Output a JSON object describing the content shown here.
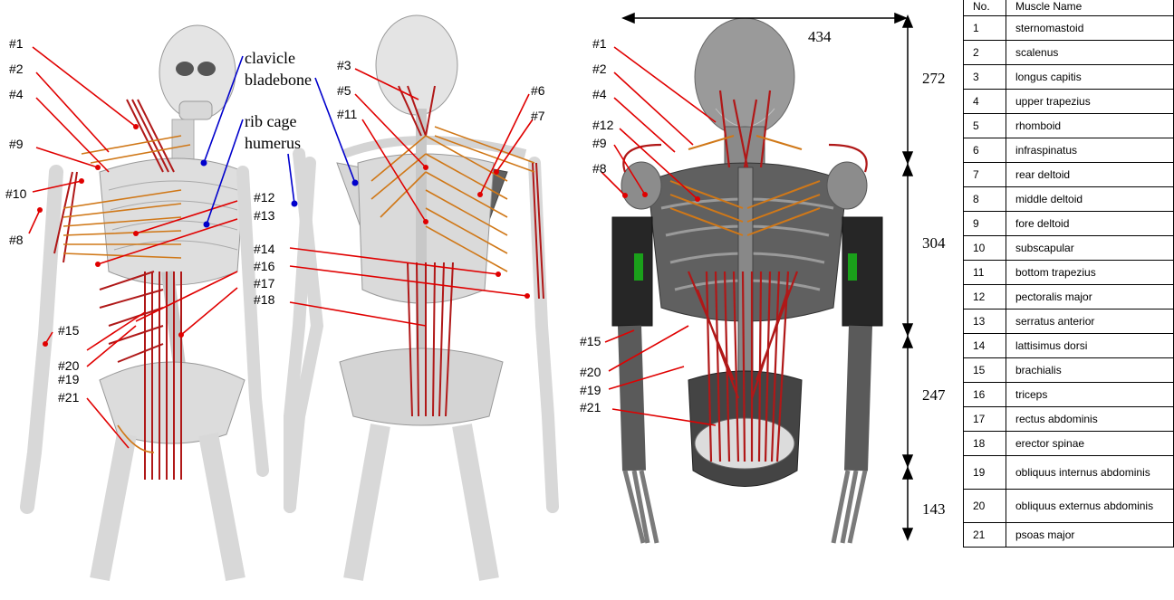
{
  "table": {
    "header_no": "No.",
    "header_name": "Muscle Name",
    "rows": [
      {
        "no": "1",
        "name": "sternomastoid"
      },
      {
        "no": "2",
        "name": "scalenus"
      },
      {
        "no": "3",
        "name": "longus capitis"
      },
      {
        "no": "4",
        "name": "upper trapezius"
      },
      {
        "no": "5",
        "name": "rhomboid"
      },
      {
        "no": "6",
        "name": "infraspinatus"
      },
      {
        "no": "7",
        "name": "rear deltoid"
      },
      {
        "no": "8",
        "name": "middle deltoid"
      },
      {
        "no": "9",
        "name": "fore deltoid"
      },
      {
        "no": "10",
        "name": "subscapular"
      },
      {
        "no": "11",
        "name": "bottom trapezius"
      },
      {
        "no": "12",
        "name": "pectoralis major"
      },
      {
        "no": "13",
        "name": "serratus anterior"
      },
      {
        "no": "14",
        "name": "lattisimus dorsi"
      },
      {
        "no": "15",
        "name": "brachialis"
      },
      {
        "no": "16",
        "name": "triceps"
      },
      {
        "no": "17",
        "name": "rectus abdominis"
      },
      {
        "no": "18",
        "name": "erector spinae"
      },
      {
        "no": "19",
        "name": "obliquus internus abdominis"
      },
      {
        "no": "20",
        "name": "obliquus externus abdominis"
      },
      {
        "no": "21",
        "name": "psoas major"
      }
    ]
  },
  "bone_labels": {
    "clavicle": "clavicle",
    "bladebone": "bladebone",
    "rib_cage": "rib cage",
    "humerus": "humerus"
  },
  "dimensions": {
    "width": "434",
    "head": "272",
    "chest": "304",
    "abdomen": "247",
    "pelvis": "143"
  },
  "front_labels": [
    "#1",
    "#2",
    "#4",
    "#9",
    "#10",
    "#8",
    "#12",
    "#13",
    "#14",
    "#16",
    "#17",
    "#18",
    "#15",
    "#20",
    "#19",
    "#21"
  ],
  "back_labels": [
    "#3",
    "#5",
    "#11",
    "#6",
    "#7"
  ],
  "robot_labels": [
    "#1",
    "#2",
    "#4",
    "#12",
    "#9",
    "#8",
    "#15",
    "#20",
    "#19",
    "#21"
  ],
  "colors": {
    "muscle_red": "#b01818",
    "tendon_orange": "#d07818",
    "pointer_red": "#e00000",
    "pointer_blue": "#0000cc",
    "bone": "#e6e6e6",
    "robot_dark": "#303030"
  }
}
